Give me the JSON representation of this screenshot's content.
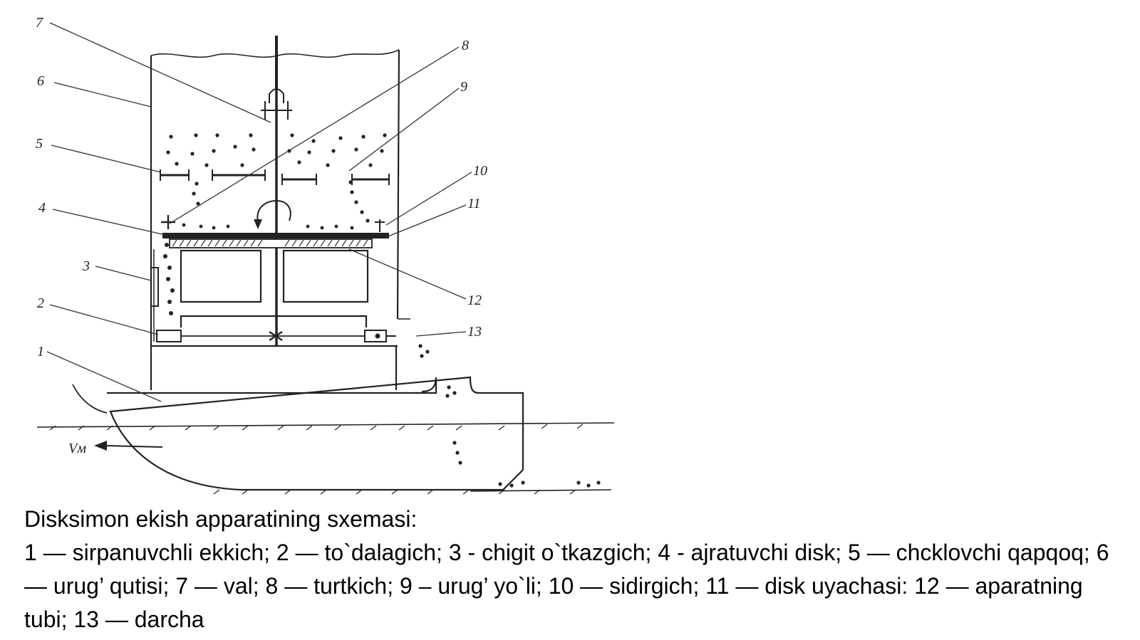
{
  "caption": {
    "title": "Disksimon ekish apparatining sxemasi:",
    "legend": "1 — sirpanuvchli ekkich; 2 — to`dalagich; 3 - chigit o`tkazgich; 4 - ajratuvchi disk; 5 — chcklovchi qapqoq; 6 — urug’ qutisi; 7 — val; 8 — turtkich; 9 – urug’ yo`li; 10 — sidirgich; 11 — disk uyachasi: 12 — aparatning  tubi; 13 — darcha"
  },
  "diagram": {
    "callouts": {
      "n1": "1",
      "n2": "2",
      "n3": "3",
      "n4": "4",
      "n5": "5",
      "n6": "6",
      "n7": "7",
      "n8": "8",
      "n9": "9",
      "n10": "10",
      "n11": "11",
      "n12": "12",
      "n13": "13"
    },
    "velocity_label": "Vм"
  }
}
